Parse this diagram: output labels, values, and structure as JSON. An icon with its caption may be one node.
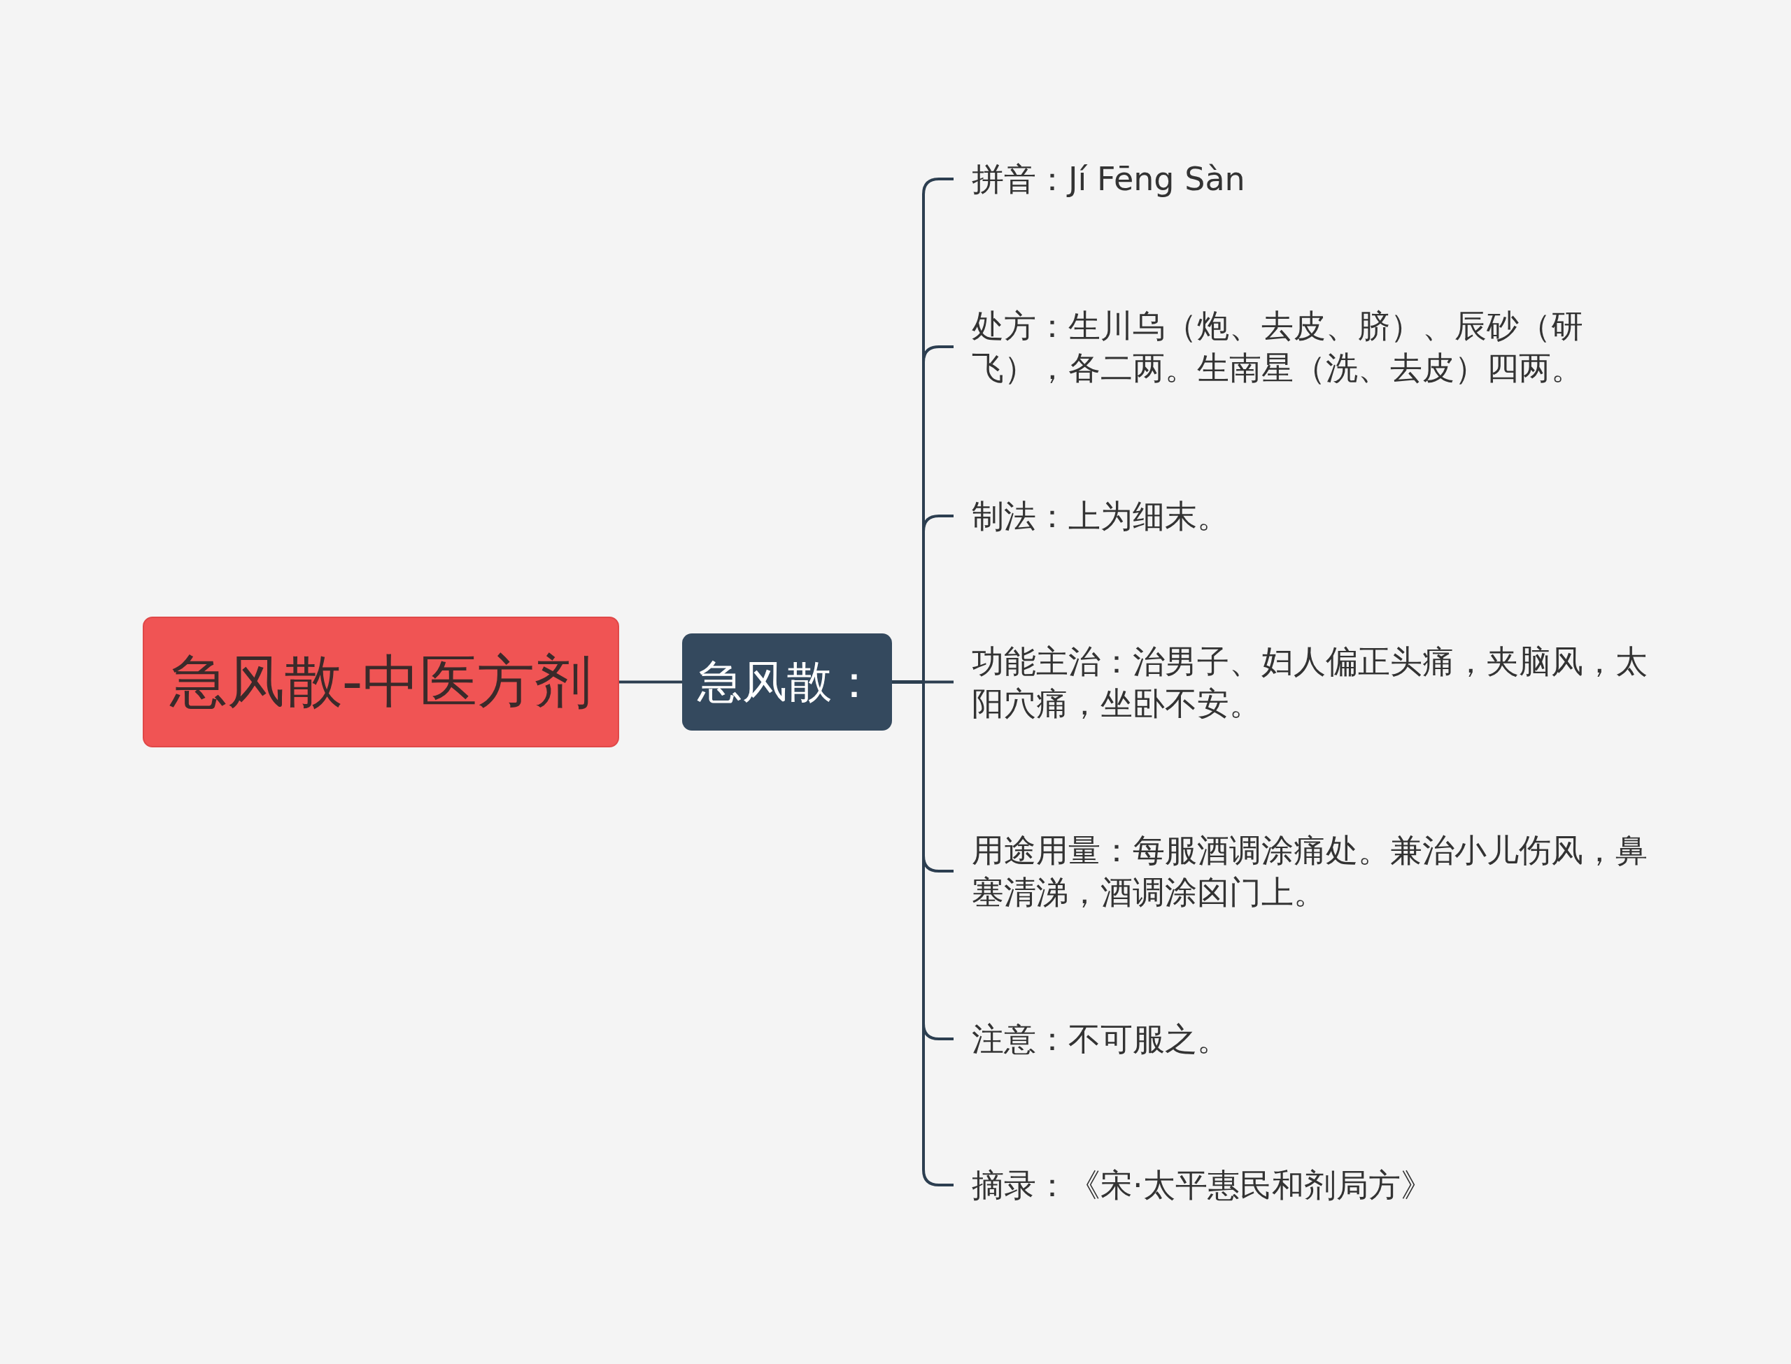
{
  "diagram": {
    "nodes": [
      {
        "text": [
          "急风散-中医方剂"
        ]
      },
      {
        "text": [
          "急风散："
        ]
      },
      {
        "text": [
          "拼音：Jí Fēng Sàn"
        ]
      },
      {
        "text": [
          "处方：生川乌（炮、去皮、脐）、辰砂（研飞），各二两。生南星（洗、去皮）四两。"
        ]
      },
      {
        "text": [
          "制法：上为细末。"
        ]
      },
      {
        "text": [
          "功能主治：治男子、妇人偏正头痛，夹脑风，太阳穴痛，坐卧不安。"
        ]
      },
      {
        "text": [
          "用途用量：每服酒调涂痛处。兼治小儿伤风，鼻塞清涕，酒调涂囟门上。"
        ]
      },
      {
        "text": [
          "注意：不可服之。"
        ]
      },
      {
        "text": [
          "摘录：《宋·太平惠民和剂局方》"
        ]
      }
    ],
    "edges": [
      {
        "from": 0,
        "to": 1,
        "arrow": "none"
      },
      {
        "from": 1,
        "to": 2,
        "arrow": "none"
      },
      {
        "from": 1,
        "to": 3,
        "arrow": "none"
      },
      {
        "from": 1,
        "to": 4,
        "arrow": "none"
      },
      {
        "from": 1,
        "to": 5,
        "arrow": "none"
      },
      {
        "from": 1,
        "to": 6,
        "arrow": "none"
      },
      {
        "from": 1,
        "to": 7,
        "arrow": "none"
      },
      {
        "from": 1,
        "to": 8,
        "arrow": "none"
      }
    ]
  }
}
